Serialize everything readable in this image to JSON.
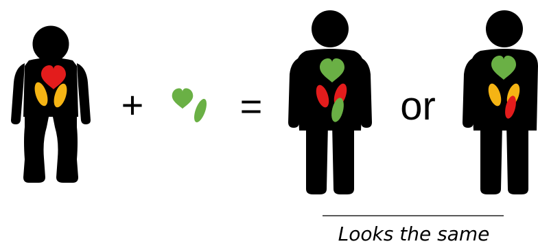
{
  "operators": {
    "plus": "+",
    "equals": "=",
    "or": "or"
  },
  "caption": "Looks the same",
  "colors": {
    "figure": "#000000",
    "red": "#e31c1c",
    "yellow": "#f5b414",
    "green": "#6ab045",
    "halo_outline": "#ffffff",
    "caption_rule": "#222222"
  },
  "figures": [
    {
      "name": "sick-figure",
      "posture": "slumped",
      "organs": [
        "red-heart",
        "yellow-left",
        "yellow-right"
      ]
    },
    {
      "name": "added-organs",
      "organs": [
        "green-heart",
        "green-oval"
      ]
    },
    {
      "name": "result-figure-a",
      "posture": "upright",
      "organs": [
        "green-heart",
        "red-left",
        "red-right",
        "green-oval"
      ]
    },
    {
      "name": "result-figure-b",
      "posture": "upright",
      "organs": [
        "green-heart",
        "yellow-left",
        "yellow-right",
        "red-oval"
      ]
    }
  ]
}
